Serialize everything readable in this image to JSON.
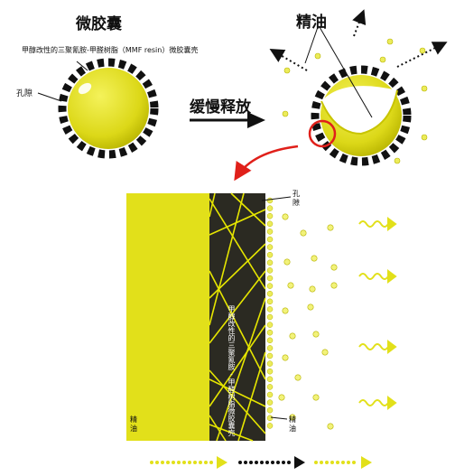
{
  "labels": {
    "microcapsule_title": "微胶囊",
    "shell_material": "甲醇改性的三聚氰胺-甲醛树脂（MMF resin）微胶囊壳",
    "pore_top_left": "孔隙",
    "essential_oil_top": "精油",
    "slow_release": "缓慢释放",
    "pore_cross_section": "孔\n隙",
    "shell_vertical": "甲醇改性的三聚氰胺-甲醛树脂微胶囊壳",
    "essential_oil_core": "精\n油",
    "essential_oil_released": "精\n油"
  },
  "colors": {
    "core_yellow": "#e2e01a",
    "shell_dark": "#2b2a22",
    "fiber_yellow": "#e6e600",
    "arrow_red": "#e0201a",
    "dot_yellow": "#eaea4a"
  }
}
